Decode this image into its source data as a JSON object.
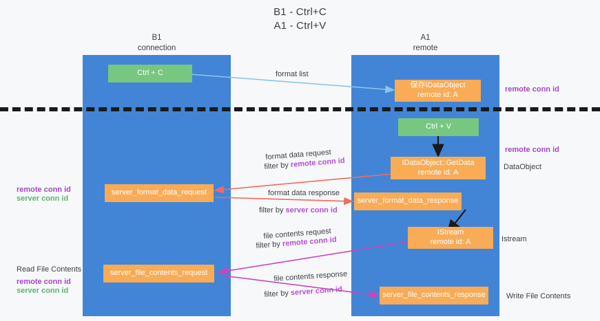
{
  "title": {
    "line1": "B1 - Ctrl+C",
    "line2": "A1 - Ctrl+V"
  },
  "lanes": [
    {
      "id": "b1",
      "name": "B1",
      "sublabel": "connection"
    },
    {
      "id": "a1",
      "name": "A1",
      "sublabel": "remote"
    }
  ],
  "nodes": {
    "ctrl_c": "Ctrl + C",
    "data_object_top_l1": "保存IDataObject",
    "data_object_top_l2": "remote id: A",
    "ctrl_v": "Ctrl + V",
    "get_data_l1": "IDataObject::GetData",
    "get_data_l2": "remote id: A",
    "server_format_data_request": "server_format_data_request",
    "server_format_data_response": "server_format_data_response",
    "istream_l1": "IStream",
    "istream_l2": "remote id: A",
    "server_file_contents_request": "server_file_contents_request",
    "server_file_contents_response": "server_file_contents_response"
  },
  "edge_labels": {
    "format_list": "format list",
    "format_data_request": "format data request",
    "format_data_request_filter_prefix": "filter by ",
    "format_data_request_filter_key": "remote conn id",
    "format_data_response": "format data response",
    "format_data_response_filter_prefix": "filter by ",
    "format_data_response_filter_key": "server conn id",
    "file_contents_request": "file contents request",
    "file_contents_request_filter_prefix": "filter by ",
    "file_contents_request_filter_key": "remote conn id",
    "file_contents_response": "file contents response",
    "file_contents_response_filter_prefix": "filter by ",
    "file_contents_response_filter_key": "server conn id"
  },
  "right_annotations": {
    "remote_conn_id_top": "remote conn id",
    "remote_conn_id_mid": "remote conn id",
    "data_object": "DataObject",
    "istream": "Istream",
    "write_file_contents": "Write File Contents"
  },
  "left_annotations": {
    "remote_conn_id_mid": "remote conn id",
    "server_conn_id_mid": "server conn id",
    "read_file_contents": "Read File Contents",
    "remote_conn_id_bottom": "remote conn id",
    "server_conn_id_bottom": "server conn id"
  },
  "colors": {
    "lane": "#4285d6",
    "box_orange": "#f9ab55",
    "box_green": "#77c781",
    "accent_purple": "#a248c8",
    "accent_green": "#5fb46b",
    "arrow_blue": "#8ec4e8",
    "arrow_red": "#f4695f",
    "arrow_magenta": "#cc44bb",
    "arrow_black": "#1a1a1a",
    "background": "#f7f8fa"
  }
}
